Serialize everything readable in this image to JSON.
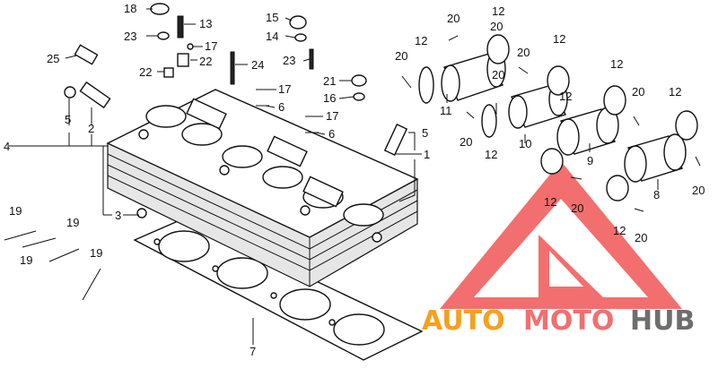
{
  "diagram": {
    "callouts": [
      {
        "id": "c18",
        "text": "18"
      },
      {
        "id": "c13",
        "text": "13"
      },
      {
        "id": "c15",
        "text": "15"
      },
      {
        "id": "c23a",
        "text": "23"
      },
      {
        "id": "c17a",
        "text": "17"
      },
      {
        "id": "c14",
        "text": "14"
      },
      {
        "id": "c22a",
        "text": "22"
      },
      {
        "id": "c25",
        "text": "25"
      },
      {
        "id": "c22b",
        "text": "22"
      },
      {
        "id": "c24",
        "text": "24"
      },
      {
        "id": "c23b",
        "text": "23"
      },
      {
        "id": "c21",
        "text": "21"
      },
      {
        "id": "c17b",
        "text": "17"
      },
      {
        "id": "c16",
        "text": "16"
      },
      {
        "id": "c6a",
        "text": "6"
      },
      {
        "id": "c17c",
        "text": "17"
      },
      {
        "id": "c6b",
        "text": "6"
      },
      {
        "id": "c5a",
        "text": "5"
      },
      {
        "id": "c2",
        "text": "2"
      },
      {
        "id": "c4",
        "text": "4"
      },
      {
        "id": "c5b",
        "text": "5"
      },
      {
        "id": "c1",
        "text": "1"
      },
      {
        "id": "c3",
        "text": "3"
      },
      {
        "id": "c19a",
        "text": "19"
      },
      {
        "id": "c19b",
        "text": "19"
      },
      {
        "id": "c19c",
        "text": "19"
      },
      {
        "id": "c19d",
        "text": "19"
      },
      {
        "id": "c7",
        "text": "7"
      },
      {
        "id": "c20a",
        "text": "20"
      },
      {
        "id": "c12a",
        "text": "12"
      },
      {
        "id": "c20b",
        "text": "20"
      },
      {
        "id": "c12b",
        "text": "12"
      },
      {
        "id": "c11",
        "text": "11"
      },
      {
        "id": "c20c",
        "text": "20"
      },
      {
        "id": "c12c",
        "text": "12"
      },
      {
        "id": "c20d",
        "text": "20"
      },
      {
        "id": "c12d",
        "text": "12"
      },
      {
        "id": "c10",
        "text": "10"
      },
      {
        "id": "c12e",
        "text": "12"
      },
      {
        "id": "c20e",
        "text": "20"
      },
      {
        "id": "c12f",
        "text": "12"
      },
      {
        "id": "c20f",
        "text": "20"
      },
      {
        "id": "c12g",
        "text": "12"
      },
      {
        "id": "c9",
        "text": "9"
      },
      {
        "id": "c20g",
        "text": "20"
      },
      {
        "id": "c12h",
        "text": "12"
      },
      {
        "id": "c20h",
        "text": "20"
      },
      {
        "id": "c8",
        "text": "8"
      },
      {
        "id": "c12i",
        "text": "12"
      },
      {
        "id": "c20i",
        "text": "20"
      },
      {
        "id": "c20j",
        "text": "20"
      }
    ]
  },
  "watermark": {
    "part1": "AUTO",
    "part2": "MOTO",
    "part3": "HUB",
    "color_primary": "#f5a020",
    "color_secondary": "#f07070",
    "color_dark": "#6e6e6e",
    "triangle_color": "#f25555"
  }
}
